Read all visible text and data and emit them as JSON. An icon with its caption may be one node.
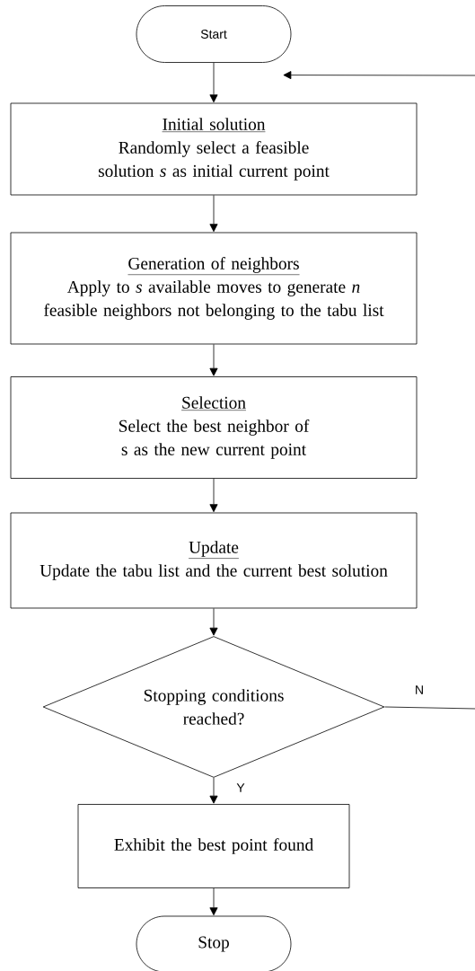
{
  "diagram": {
    "nodes": [
      {
        "text": [
          "Start"
        ]
      },
      {
        "text": [
          "Initial solution",
          "Randomly select a feasible solution *s* as initial current point"
        ]
      },
      {
        "text": [
          "Generation of neighbors",
          "Apply to *s* available moves to generate *n* feasible neighbors not belonging to the tabu list"
        ]
      },
      {
        "text": [
          "Selection",
          "Select the best neighbor of s as the new current point"
        ]
      },
      {
        "text": [
          "Update",
          "Update the tabu list and the current best solution"
        ]
      },
      {
        "text": [
          "Stopping conditions reached?"
        ]
      },
      {
        "text": [
          "Exhibit the best point found"
        ]
      },
      {
        "text": [
          "Stop"
        ]
      }
    ],
    "edges": [
      {
        "from": 0,
        "to": 1,
        "arrow": "to"
      },
      {
        "from": 1,
        "to": 2,
        "arrow": "to"
      },
      {
        "from": 2,
        "to": 3,
        "arrow": "to"
      },
      {
        "from": 3,
        "to": 4,
        "arrow": "to"
      },
      {
        "from": 4,
        "to": 5,
        "arrow": "to"
      },
      {
        "from": 5,
        "to": 6,
        "arrow": "to",
        "label": "Y"
      },
      {
        "from": 6,
        "to": 7,
        "arrow": "to"
      },
      {
        "from": 5,
        "to": null,
        "arrow": "none",
        "label": "N"
      },
      {
        "from": null,
        "to": 1,
        "arrow": "to"
      }
    ]
  }
}
